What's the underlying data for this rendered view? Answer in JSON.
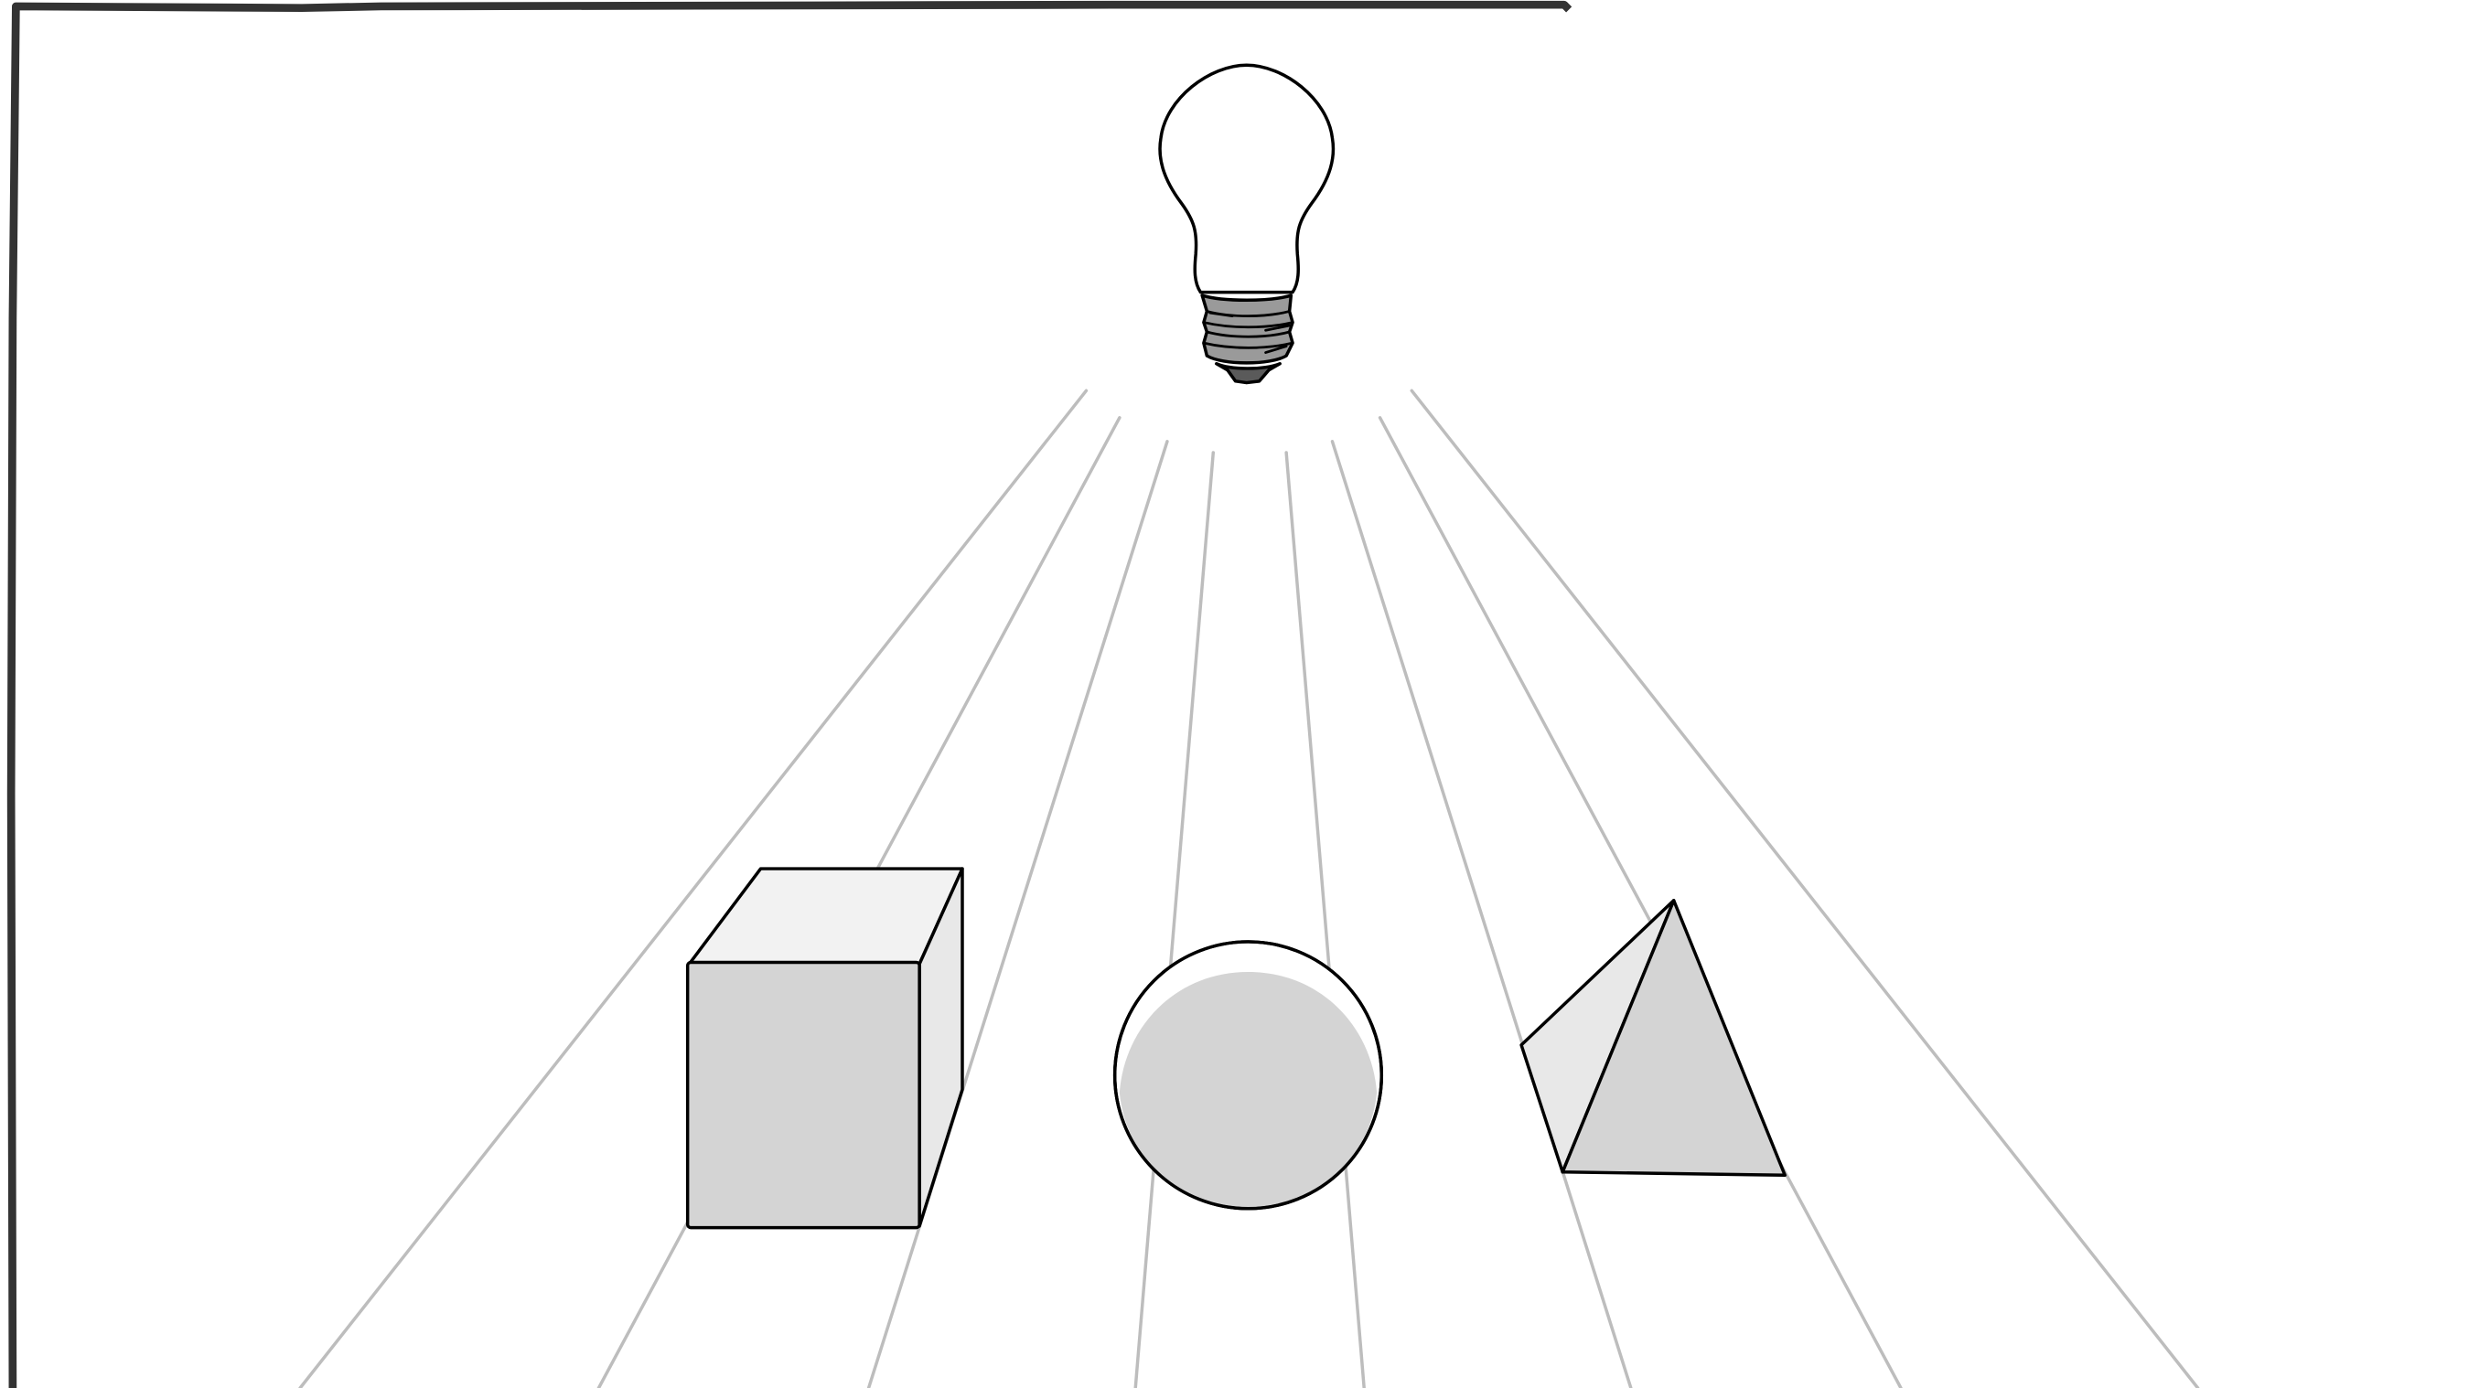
{
  "illustration": {
    "objects": [
      "light-bulb",
      "cube",
      "sphere",
      "pyramid"
    ],
    "colors": {
      "background": "#ffffff",
      "outline": "#000000",
      "frame": "#333333",
      "ray": "#bdbdbd",
      "shade": "#d4d4d4",
      "light_face": "#f2f2f2",
      "mid_face": "#e8e8e8",
      "bulb_base": "#9a9a9a",
      "bulb_tip": "#5a5a5a"
    }
  }
}
